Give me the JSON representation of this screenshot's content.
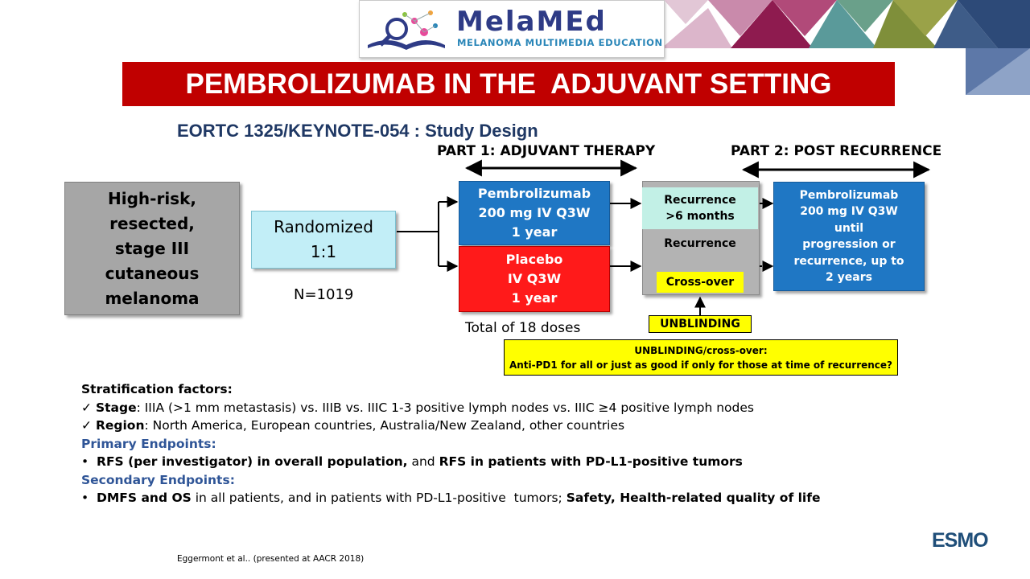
{
  "logo": {
    "title": "MelaMEd",
    "subtitle": "MELANOMA MULTIMEDIA EDUCATION"
  },
  "banner": "PEMBROLIZUMAB IN THE  ADJUVANT SETTING",
  "subtitle": "EORTC 1325/KEYNOTE-054 : Study Design",
  "part1_label": "PART 1: ADJUVANT THERAPY",
  "part2_label": "PART 2: POST RECURRENCE",
  "population": [
    "High-risk,",
    "resected,",
    "stage III",
    "cutaneous",
    "melanoma"
  ],
  "randomized": [
    "Randomized",
    "1:1"
  ],
  "n": "N=1019",
  "pembro_arm": [
    "Pembrolizumab",
    "200 mg IV Q3W",
    "1 year"
  ],
  "placebo_arm": [
    "Placebo",
    "IV Q3W",
    "1 year"
  ],
  "total_doses": "Total of 18 doses",
  "recurrence_6m": [
    "Recurrence",
    ">6 months"
  ],
  "recurrence": "Recurrence",
  "crossover": "Cross-over",
  "unblinding": "UNBLINDING",
  "part2_box": [
    "Pembrolizumab",
    "200 mg IV Q3W",
    "until",
    "progression or",
    "recurrence, up to",
    "2 years"
  ],
  "callout": [
    "UNBLINDING/cross-over:",
    "Anti-PD1 for all  or just as good if only for those at time of recurrence?"
  ],
  "strat": {
    "heading": "Stratification  factors:",
    "check": "✓",
    "bullet": "•",
    "stage_label": "Stage",
    "stage_text": ": IIIA (>1 mm metastasis) vs. IIIB vs. IIIC 1-3 positive lymph nodes vs. IIIC ≥4 positive lymph nodes",
    "region_label": "Region",
    "region_text": ": North America, European countries, Australia/New Zealand, other countries",
    "primary_heading": "Primary  Endpoints:",
    "primary_bold1": "RFS (per investigator) in overall population,",
    "primary_mid": " and ",
    "primary_bold2": "RFS in patients with PD-L1-positive tumors",
    "secondary_heading": "Secondary  Endpoints:",
    "secondary_bold1": "DMFS and OS",
    "secondary_mid": " in all patients, and in patients with PD-L1-positive  tumors; ",
    "secondary_bold2": "Safety, Health-related quality of life"
  },
  "reference": "Eggermont et al.. (presented at  AACR 2018)",
  "esmo": "ESMO",
  "colors": {
    "banner": "#c00000",
    "subtitle": "#1f3864",
    "pembro": "#1f77c4",
    "placebo": "#ff1a1a",
    "randomized": "#c2eef7",
    "recurrence_6m": "#c2f0e6",
    "gray": "#b3b3b3",
    "yellow": "#ffff00"
  }
}
